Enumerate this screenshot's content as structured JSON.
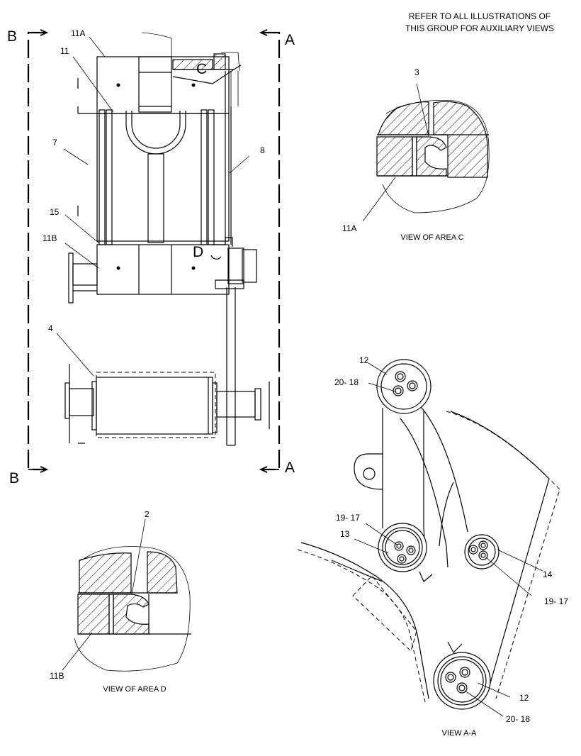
{
  "note": {
    "line1": "REFER TO ALL ILLUSTRATIONS OF",
    "line2": "THIS GROUP FOR AUXILIARY VIEWS"
  },
  "section_marks": {
    "a_top": "A",
    "a_bottom": "A",
    "b_top": "B",
    "b_bottom": "B"
  },
  "area_letters": {
    "c": "C",
    "d": "D"
  },
  "main_view_labels": {
    "l11a": "11A",
    "l11": "11",
    "l7": "7",
    "l8": "8",
    "l15": "15",
    "l11b": "11B",
    "l4": "4"
  },
  "view_c": {
    "l3": "3",
    "l11a": "11A",
    "caption": "VIEW OF AREA C"
  },
  "view_d": {
    "l2": "2",
    "l11b": "11B",
    "caption": "VIEW OF AREA D"
  },
  "view_aa": {
    "l12_top": "12",
    "l20_18_top": "20- 18",
    "l19_17_left": "19- 17",
    "l13": "13",
    "l14": "14",
    "l19_17_right": "19- 17",
    "l12_bottom": "12",
    "l20_18_bottom": "20- 18",
    "caption": "VIEW A-A"
  }
}
